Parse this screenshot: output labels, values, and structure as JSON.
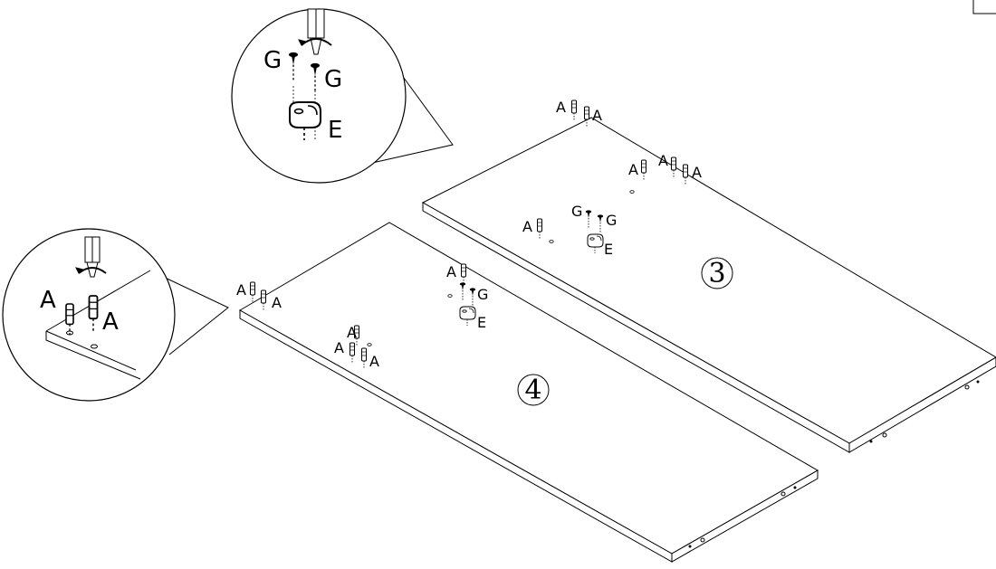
{
  "diagram": {
    "panels": [
      {
        "id": "panel-3",
        "number": "③"
      },
      {
        "id": "panel-4",
        "number": "④"
      }
    ],
    "part_labels": {
      "A": "A",
      "E": "E",
      "G": "G"
    },
    "stroke_color": "#000000",
    "background_color": "#ffffff"
  }
}
